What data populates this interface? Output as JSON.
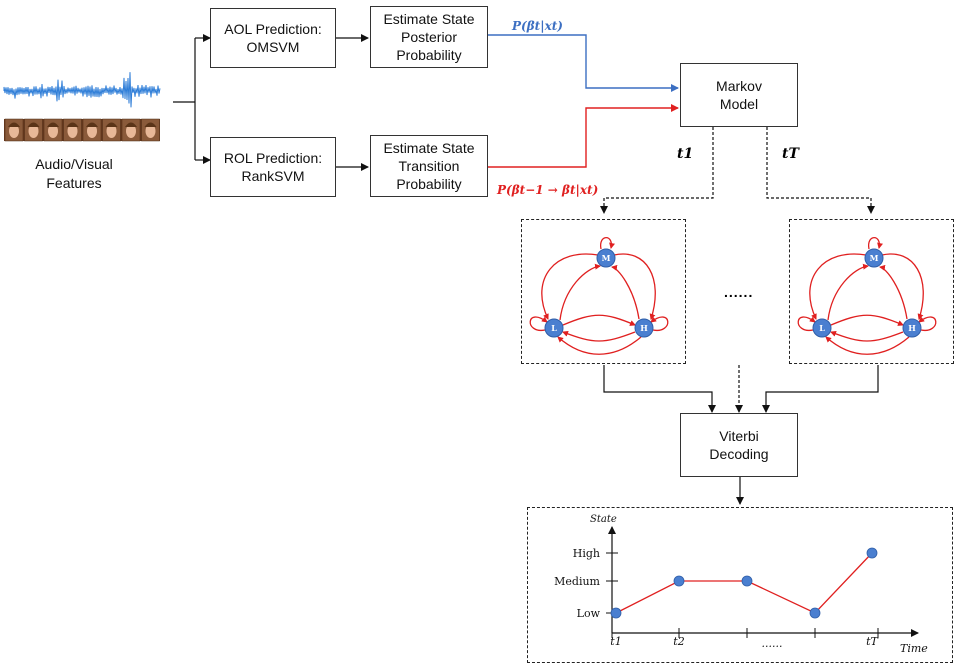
{
  "input": {
    "caption_line1": "Audio/Visual",
    "caption_line2": "Features"
  },
  "boxes": {
    "aol": {
      "line1": "AOL Prediction:",
      "line2": "OMSVM"
    },
    "rol": {
      "line1": "ROL Prediction:",
      "line2": "RankSVM"
    },
    "posterior": {
      "line1": "Estimate State",
      "line2": "Posterior",
      "line3": "Probability"
    },
    "transition": {
      "line1": "Estimate State",
      "line2": "Transition",
      "line3": "Probability"
    },
    "markov": {
      "line1": "Markov",
      "line2": "Model"
    },
    "viterbi": {
      "line1": "Viterbi",
      "line2": "Decoding"
    }
  },
  "edge_labels": {
    "posterior_prob": "P(βt|xt)",
    "transition_prob": "P(βt−1 → βt|xt)",
    "t1": "t1",
    "tT": "tT"
  },
  "state_graph": {
    "nodes": [
      "M",
      "L",
      "H"
    ],
    "ellipsis": "......"
  },
  "colors": {
    "posterior_line": "#3c6fc2",
    "transition_line": "#e02020",
    "node_fill": "#4a7fd0",
    "node_stroke": "#2f5ea8",
    "graph_edge": "#e02020"
  },
  "chart_data": {
    "type": "line",
    "ylabel": "State",
    "xlabel": "Time",
    "y_ticks": [
      "Low",
      "Medium",
      "High"
    ],
    "x_tick_labels": [
      "t1",
      "t2",
      "......",
      "tT"
    ],
    "x": [
      1,
      2,
      3,
      4,
      5
    ],
    "y": [
      "Low",
      "Medium",
      "Medium",
      "Low",
      "High"
    ]
  }
}
